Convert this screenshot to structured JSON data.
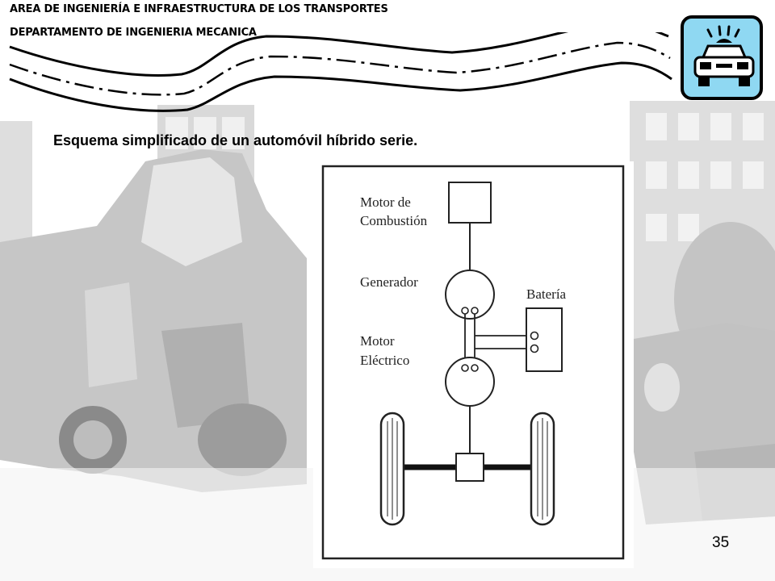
{
  "header": {
    "line1": "AREA DE INGENIERÍA E INFRAESTRUCTURA DE LOS TRANSPORTES",
    "line2": "DEPARTAMENTO DE INGENIERIA MECANICA"
  },
  "logo": {
    "icon": "car-with-siren-icon",
    "background_color": "#8fd8f2"
  },
  "slide": {
    "title": "Esquema simplificado de un automóvil híbrido serie.",
    "page_number": "35"
  },
  "diagram": {
    "labels": {
      "combustion_line1": "Motor de",
      "combustion_line2": "Combustión",
      "generator": "Generador",
      "battery": "Batería",
      "electric_line1": "Motor",
      "electric_line2": "Eléctrico"
    }
  },
  "colors": {
    "background_photo": "#c8c8c8",
    "road_stroke": "#000000"
  }
}
